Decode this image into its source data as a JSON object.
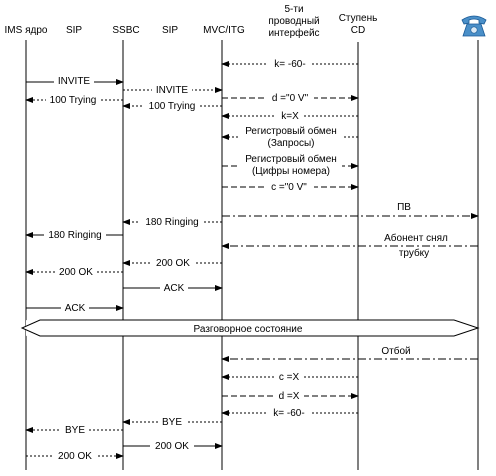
{
  "participants": [
    {
      "id": "ims",
      "label": "IMS ядро"
    },
    {
      "id": "sip1",
      "label": "SIP"
    },
    {
      "id": "ssbc",
      "label": "SSBC"
    },
    {
      "id": "sip2",
      "label": "SIP"
    },
    {
      "id": "mvc",
      "label": "MVC/ITG"
    },
    {
      "id": "iface",
      "label_lines": [
        "5-ти",
        "проводный",
        "интерфейс"
      ]
    },
    {
      "id": "cd",
      "label_lines": [
        "Ступень",
        "CD"
      ]
    },
    {
      "id": "phone",
      "label": "",
      "icon": "telephone-icon"
    }
  ],
  "messages": [
    {
      "label": "k= -60-",
      "from": "cd",
      "to": "mvc",
      "style": "dotted"
    },
    {
      "label": "INVITE",
      "from": "ims",
      "to": "ssbc",
      "style": "solid"
    },
    {
      "label": "INVITE",
      "from": "ssbc",
      "to": "mvc",
      "style": "dotted"
    },
    {
      "label": "d =\"0 V\"",
      "from": "mvc",
      "to": "cd",
      "style": "dashed"
    },
    {
      "label": "100 Trying",
      "from": "ssbc",
      "to": "ims",
      "style": "dotted"
    },
    {
      "label": "100 Trying",
      "from": "mvc",
      "to": "ssbc",
      "style": "dotted"
    },
    {
      "label": "k=X",
      "from": "cd",
      "to": "mvc",
      "style": "dotted"
    },
    {
      "label": "Регистровый обмен",
      "label2": "(Запросы)",
      "from": "cd",
      "to": "mvc",
      "style": "dotted"
    },
    {
      "label": "Регистровый обмен",
      "label2": "(Цифры номера)",
      "from": "mvc",
      "to": "cd",
      "style": "dashed"
    },
    {
      "label": "c =\"0 V\"",
      "from": "mvc",
      "to": "cd",
      "style": "dashed"
    },
    {
      "label": "ПВ",
      "from": "mvc",
      "to": "phone",
      "style": "dashdot"
    },
    {
      "label": "180 Ringing",
      "from": "mvc",
      "to": "ssbc",
      "style": "dotted"
    },
    {
      "label": "Абонент снял",
      "label2": "трубку",
      "from": "phone",
      "to": "mvc",
      "style": "dashdot"
    },
    {
      "label": "180 Ringing",
      "from": "ssbc",
      "to": "ims",
      "style": "solid"
    },
    {
      "label": "200 OK",
      "from": "mvc",
      "to": "ssbc",
      "style": "dotted"
    },
    {
      "label": "200 OK",
      "from": "ssbc",
      "to": "ims",
      "style": "dotted"
    },
    {
      "label": "ACK",
      "from": "ssbc",
      "to": "mvc",
      "style": "solid"
    },
    {
      "label": "ACK",
      "from": "ims",
      "to": "ssbc",
      "style": "solid"
    },
    {
      "label": "Разговорное состояние",
      "type": "state"
    },
    {
      "label": "Отбой",
      "from": "phone",
      "to": "mvc",
      "style": "dashdot"
    },
    {
      "label": "c =X",
      "from": "cd",
      "to": "mvc",
      "style": "dotted"
    },
    {
      "label": "d =X",
      "from": "mvc",
      "to": "cd",
      "style": "dashed"
    },
    {
      "label": "k= -60-",
      "from": "cd",
      "to": "mvc",
      "style": "dotted"
    },
    {
      "label": "BYE",
      "from": "mvc",
      "to": "ssbc",
      "style": "dotted"
    },
    {
      "label": "BYE",
      "from": "ssbc",
      "to": "ims",
      "style": "dotted"
    },
    {
      "label": "200 OK",
      "from": "ssbc",
      "to": "mvc",
      "style": "solid"
    },
    {
      "label": "200 OK",
      "from": "ims",
      "to": "ssbc",
      "style": "dotted"
    }
  ]
}
